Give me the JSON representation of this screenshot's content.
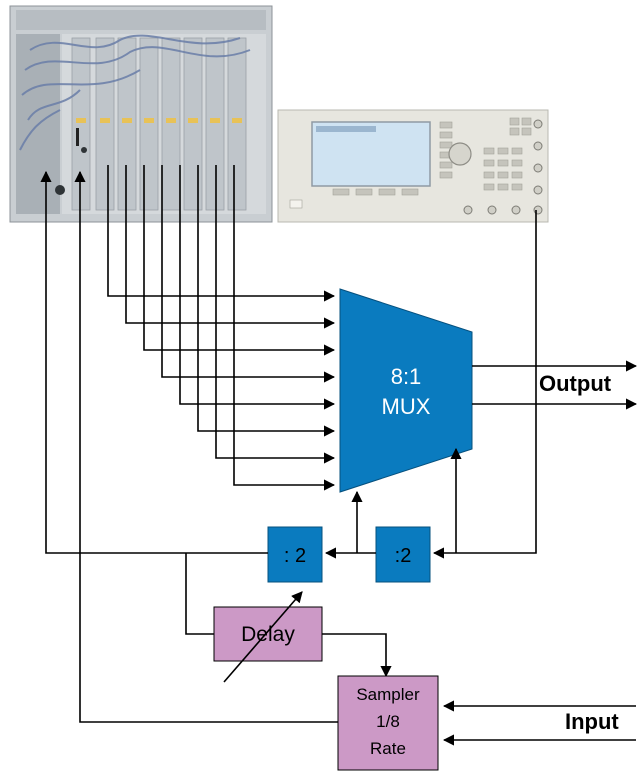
{
  "mux": {
    "line1": "8:1",
    "line2": "MUX"
  },
  "divider1": {
    "label": ": 2"
  },
  "divider2": {
    "label": ":2"
  },
  "delay": {
    "label": "Delay"
  },
  "sampler": {
    "line1": "Sampler",
    "line2": "1/8",
    "line3": "Rate"
  },
  "labels": {
    "output": "Output",
    "input": "Input"
  },
  "colors": {
    "mux": "#0a7bbf",
    "divider": "#0a7bbf",
    "delay": "#cc99c6",
    "sampler": "#cc99c6",
    "wire": "#000000",
    "instrument_frame": "#c9ced2",
    "instrument_panel": "#e7e6df",
    "screen": "#cfe3f2"
  }
}
